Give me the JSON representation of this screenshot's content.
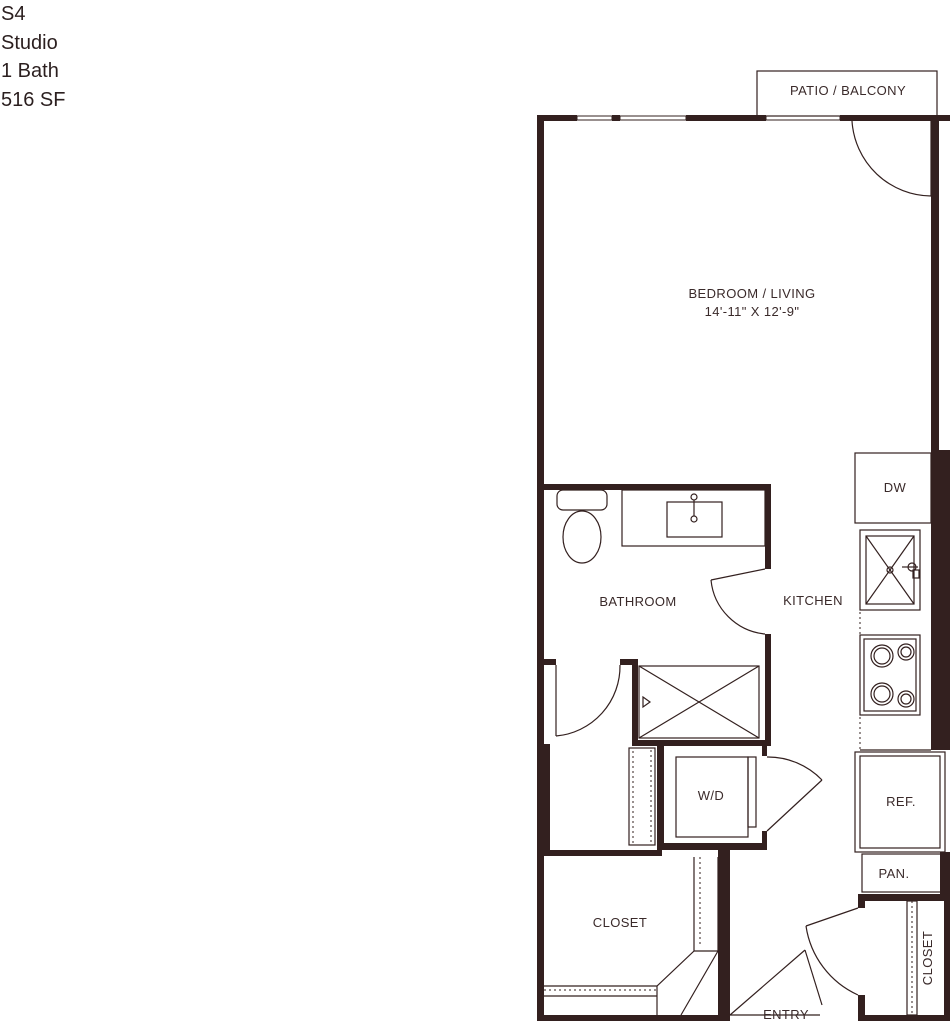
{
  "unit": {
    "name": "S4",
    "type": "Studio",
    "baths": "1 Bath",
    "area": "516 SF"
  },
  "rooms": {
    "patio": "PATIO / BALCONY",
    "bedroom": "BEDROOM / LIVING",
    "bedroom_dims": "14'-11\" X 12'-9\"",
    "bathroom": "BATHROOM",
    "kitchen": "KITCHEN",
    "dishwasher": "DW",
    "washer_dryer": "W/D",
    "refrigerator": "REF.",
    "pantry": "PAN.",
    "closet_main": "CLOSET",
    "closet_entry": "CLOSET",
    "entry": "ENTRY"
  }
}
